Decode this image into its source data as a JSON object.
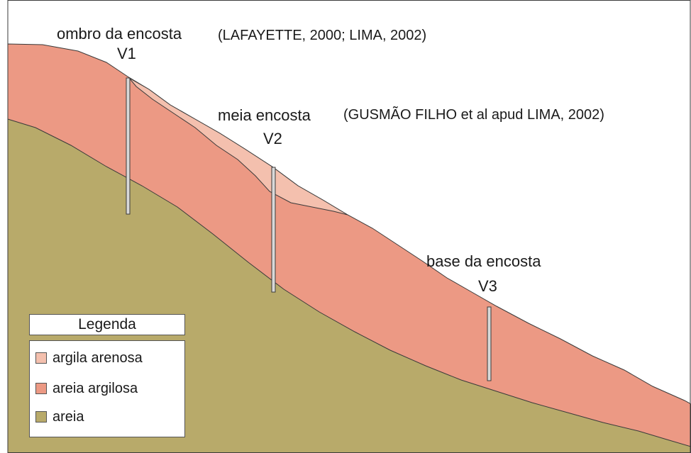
{
  "labels": {
    "shoulder": "ombro da encosta",
    "shoulder_ref": "(LAFAYETTE, 2000; LIMA, 2002)",
    "v1": "V1",
    "mid": "meia encosta",
    "mid_ref": "(GUSMÃO FILHO et al apud LIMA, 2002)",
    "v2": "V2",
    "base": "base da encosta",
    "v3": "V3"
  },
  "legend": {
    "title": "Legenda",
    "items": [
      {
        "label": "argila arenosa",
        "color": "#f4c0ae"
      },
      {
        "label": "areia argilosa",
        "color": "#ec9984"
      },
      {
        "label": "areia",
        "color": "#b8aa6a"
      }
    ]
  },
  "colors": {
    "sky": "#ffffff",
    "outline": "#3a3a3a",
    "pipe": "#d8d8d8"
  }
}
